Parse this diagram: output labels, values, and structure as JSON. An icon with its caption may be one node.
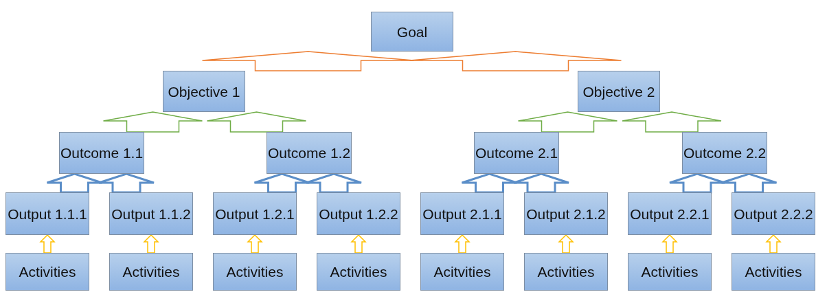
{
  "diagram": {
    "nodes": [
      {
        "text": [
          "Goal"
        ]
      },
      {
        "text": [
          "Objective 1"
        ]
      },
      {
        "text": [
          "Objective 2"
        ]
      },
      {
        "text": [
          "Outcome 1.1"
        ]
      },
      {
        "text": [
          "Outcome 1.2"
        ]
      },
      {
        "text": [
          "Outcome 2.1"
        ]
      },
      {
        "text": [
          "Outcome 2.2"
        ]
      },
      {
        "text": [
          "Output 1.1.1"
        ]
      },
      {
        "text": [
          "Output 1.1.2"
        ]
      },
      {
        "text": [
          "Output 1.2.1"
        ]
      },
      {
        "text": [
          "Output 1.2.2"
        ]
      },
      {
        "text": [
          "Output 2.1.1"
        ]
      },
      {
        "text": [
          "Output 2.1.2"
        ]
      },
      {
        "text": [
          "Output 2.2.1"
        ]
      },
      {
        "text": [
          "Output 2.2.2"
        ]
      },
      {
        "text": [
          "Activities"
        ]
      },
      {
        "text": [
          "Activities"
        ]
      },
      {
        "text": [
          "Activities"
        ]
      },
      {
        "text": [
          "Activities"
        ]
      },
      {
        "text": [
          "Acitvities"
        ]
      },
      {
        "text": [
          "Activities"
        ]
      },
      {
        "text": [
          "Activities"
        ]
      },
      {
        "text": [
          "Activities"
        ]
      }
    ],
    "edges": [
      {
        "from": 1,
        "to": 0,
        "arrow": "to",
        "color": "#ed7d31"
      },
      {
        "from": 2,
        "to": 0,
        "arrow": "to",
        "color": "#ed7d31"
      },
      {
        "from": 3,
        "to": 1,
        "arrow": "to",
        "color": "#70ad47"
      },
      {
        "from": 4,
        "to": 1,
        "arrow": "to",
        "color": "#70ad47"
      },
      {
        "from": 5,
        "to": 2,
        "arrow": "to",
        "color": "#70ad47"
      },
      {
        "from": 6,
        "to": 2,
        "arrow": "to",
        "color": "#70ad47"
      },
      {
        "from": 7,
        "to": 3,
        "arrow": "to",
        "style": "thick",
        "color": "#5b8ec8"
      },
      {
        "from": 8,
        "to": 3,
        "arrow": "to",
        "style": "thick",
        "color": "#5b8ec8"
      },
      {
        "from": 9,
        "to": 4,
        "arrow": "to",
        "style": "thick",
        "color": "#5b8ec8"
      },
      {
        "from": 10,
        "to": 4,
        "arrow": "to",
        "style": "thick",
        "color": "#5b8ec8"
      },
      {
        "from": 11,
        "to": 5,
        "arrow": "to",
        "style": "thick",
        "color": "#5b8ec8"
      },
      {
        "from": 12,
        "to": 5,
        "arrow": "to",
        "style": "thick",
        "color": "#5b8ec8"
      },
      {
        "from": 13,
        "to": 6,
        "arrow": "to",
        "style": "thick",
        "color": "#5b8ec8"
      },
      {
        "from": 14,
        "to": 6,
        "arrow": "to",
        "style": "thick",
        "color": "#5b8ec8"
      },
      {
        "from": 15,
        "to": 7,
        "arrow": "to",
        "color": "#ffc000"
      },
      {
        "from": 16,
        "to": 8,
        "arrow": "to",
        "color": "#ffc000"
      },
      {
        "from": 17,
        "to": 9,
        "arrow": "to",
        "color": "#ffc000"
      },
      {
        "from": 18,
        "to": 10,
        "arrow": "to",
        "color": "#ffc000"
      },
      {
        "from": 19,
        "to": 11,
        "arrow": "to",
        "color": "#ffc000"
      },
      {
        "from": 20,
        "to": 12,
        "arrow": "to",
        "color": "#ffc000"
      },
      {
        "from": 21,
        "to": 13,
        "arrow": "to",
        "color": "#ffc000"
      },
      {
        "from": 22,
        "to": 14,
        "arrow": "to",
        "color": "#ffc000"
      }
    ]
  }
}
